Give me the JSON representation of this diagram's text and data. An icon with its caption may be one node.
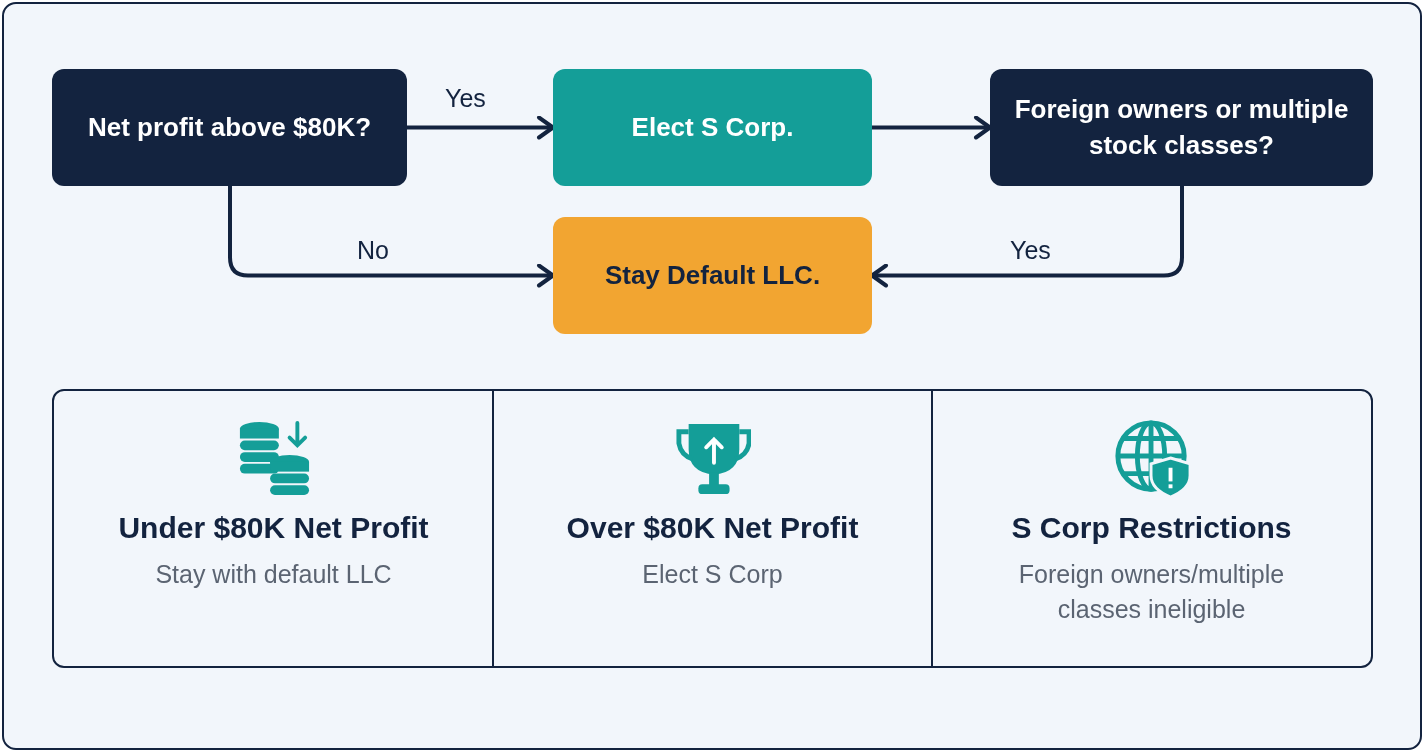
{
  "diagram": {
    "nodes": [
      {
        "text": [
          "Net profit above $80K?"
        ]
      },
      {
        "text": [
          "Elect S Corp."
        ]
      },
      {
        "text": [
          "Foreign owners or multiple stock classes?"
        ]
      },
      {
        "text": [
          "Stay Default LLC."
        ]
      },
      {
        "text": [
          "Under $80K Net Profit",
          "Stay with default LLC"
        ]
      },
      {
        "text": [
          "Over $80K Net Profit",
          "Elect S Corp"
        ]
      },
      {
        "text": [
          "S Corp Restrictions",
          "Foreign owners/multiple classes ineligible"
        ]
      }
    ],
    "edges": [
      {
        "from": 0,
        "to": 1,
        "arrow": "to",
        "label": "Yes"
      },
      {
        "from": 1,
        "to": 2,
        "arrow": "to"
      },
      {
        "from": 0,
        "to": 3,
        "arrow": "to",
        "label": "No"
      },
      {
        "from": 2,
        "to": 3,
        "arrow": "to",
        "label": "Yes"
      }
    ]
  }
}
